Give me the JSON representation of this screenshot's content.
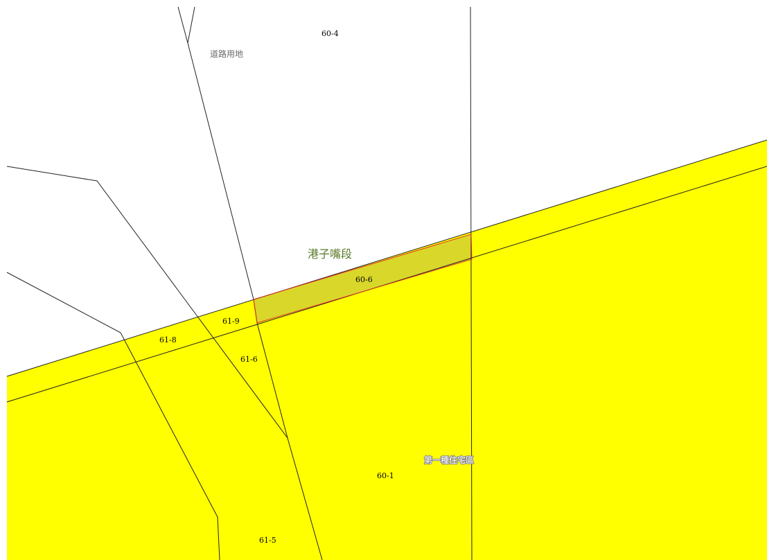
{
  "colors": {
    "zone_fill": "#ffff00",
    "selected_fill": "#d9d72a",
    "selected_outline": "#e0302a",
    "section_label": "#5a7a2a",
    "boundary": "#222222"
  },
  "labels": {
    "lot_60_4": "60-4",
    "road_zone": "道路用地",
    "section_name": "港子嘴段",
    "lot_60_6": "60-6",
    "lot_61_9": "61-9",
    "lot_61_8": "61-8",
    "lot_61_6": "61-6",
    "residential_zone": "第一種住宅區",
    "lot_60_1": "60-1",
    "lot_61_5": "61-5"
  }
}
